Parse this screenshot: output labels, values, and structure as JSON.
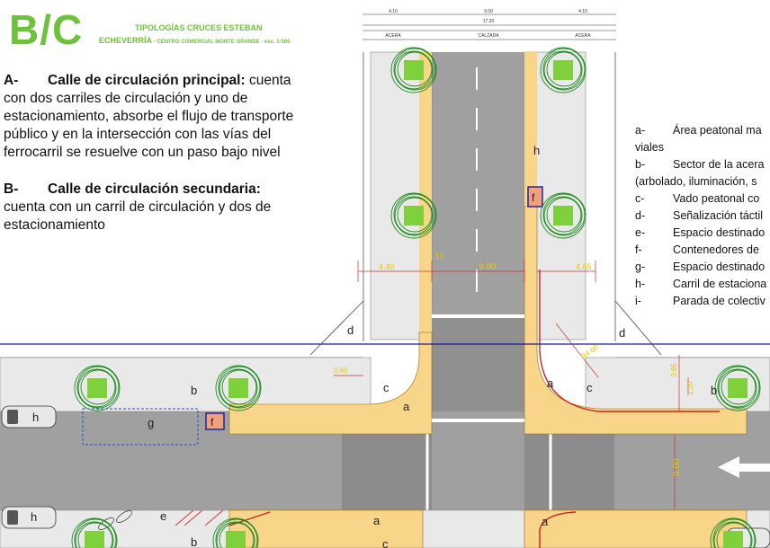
{
  "title": {
    "code": "B/C",
    "line1": "TIPOLOGÍAS CRUCES ESTEBAN",
    "line2": "ECHEVERRÍA",
    "line2_small": " - CENTRO COMERCIAL MONTE GRANDE - esc. 1:500"
  },
  "description": {
    "a_letter": "A-",
    "a_head": "Calle de circulación principal:",
    "a_text": " cuenta con dos carriles de circulación y uno de estacionamiento, absorbe el flujo de transporte público y en la intersección con las vías del ferrocarril se resuelve con un paso bajo nivel",
    "b_letter": "B-",
    "b_head": "Calle de circulación secundaria:",
    "b_text": "cuenta con un carril de circulación y dos de estacionamiento"
  },
  "legend": [
    {
      "key": "a-",
      "text": "Área peatonal ma"
    },
    {
      "key": "",
      "text": "viales"
    },
    {
      "key": "b-",
      "text": "Sector de la acera"
    },
    {
      "key": "",
      "text": "(arbolado, iluminación, s"
    },
    {
      "key": "c-",
      "text": "Vado peatonal co"
    },
    {
      "key": "d-",
      "text": "Señalización táctil"
    },
    {
      "key": "e-",
      "text": "Espacio destinado"
    },
    {
      "key": "f-",
      "text": "Contenedores de"
    },
    {
      "key": "g-",
      "text": "Espacio destinado"
    },
    {
      "key": "h-",
      "text": "Carril de estaciona"
    },
    {
      "key": "i-",
      "text": "Parada de colectiv"
    }
  ],
  "dimension_table": {
    "top": [
      "4.10",
      "9.00",
      "4.10"
    ],
    "total": "17.20",
    "bottom": [
      "ACERA",
      "CALZADA",
      "ACERA"
    ]
  },
  "plan_labels": {
    "h_top": "h",
    "f_top": "f",
    "f_left": "f",
    "d_left": "d",
    "d_right": "d",
    "c_left": "c",
    "c_right": "c",
    "c_bottom": "c",
    "a_center": "a",
    "a_right": "a",
    "a_bottom_left": "a",
    "a_bottom_right": "a",
    "b_left": "b",
    "b_right": "b",
    "b_bottom": "b",
    "g": "g",
    "h_left": "h",
    "h_left_bottom": "h",
    "e": "e"
  },
  "dimensions": {
    "width_left": "4.40",
    "offset": ".15",
    "roadway": "9.00",
    "width_right": "4.65",
    "ramp_left": "0.60",
    "ramp_diag": "R4.60",
    "right_v1": "3.95",
    "right_v2": "1.20",
    "roadway_vertical": "9.00"
  },
  "colors": {
    "title_green": "#6cc23a",
    "road": "#a0a0a0",
    "road_dark": "#909090",
    "sidewalk": "#f9d58a",
    "tree_outline": "#1f8a1f",
    "tree_fill": "#7fd13b",
    "dimension": "#c83232",
    "rail_line": "#1a1a99",
    "curb_red": "#d02020",
    "parking_outline": "#2050d0"
  }
}
